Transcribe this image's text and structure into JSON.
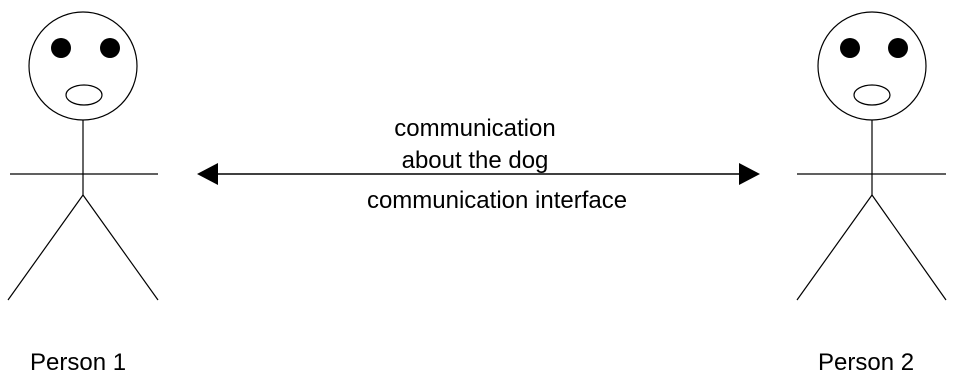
{
  "persons": [
    {
      "label": "Person 1"
    },
    {
      "label": "Person 2"
    }
  ],
  "communication": {
    "line1": "communication",
    "line2": "about the dog",
    "line3": "communication interface"
  },
  "colors": {
    "stroke": "#000000",
    "background": "#ffffff"
  }
}
